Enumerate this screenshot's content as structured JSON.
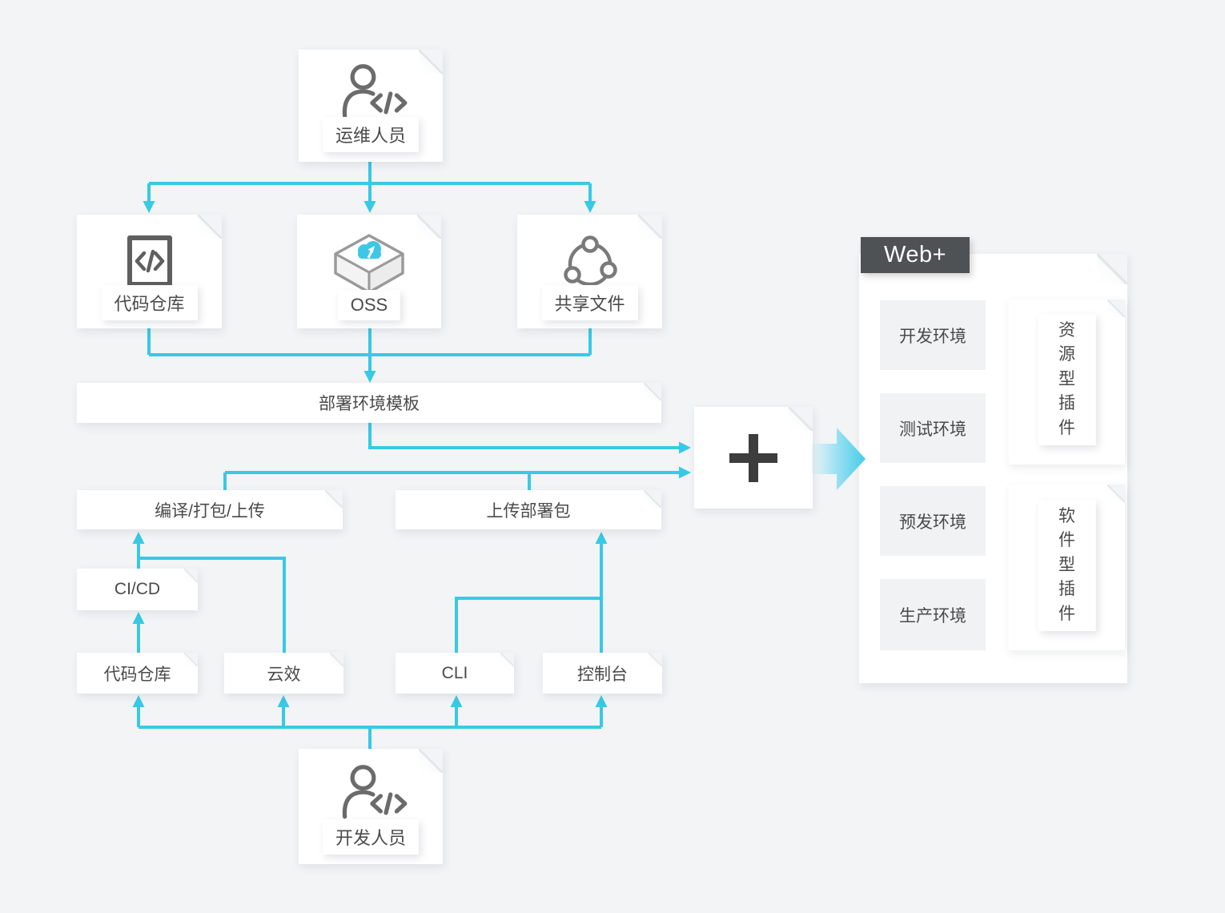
{
  "colors": {
    "accent": "#38c9e5",
    "background": "#f2f4f6",
    "badge_bg": "#4e5254",
    "card_bg": "#ffffff",
    "env_box_bg": "#f1f2f4",
    "text": "#4a4a4a",
    "icon_gray": "#6b6b6b",
    "oss_cloud": "#3cc8e4",
    "plus_glyph": "#3d3d3d"
  },
  "nodes": {
    "ops_user": {
      "label": "运维人员",
      "icon": "person-code-icon"
    },
    "code_repo_top": {
      "label": "代码仓库",
      "icon": "code-square-icon"
    },
    "oss": {
      "label": "OSS",
      "icon": "oss-box-icon"
    },
    "shared_files": {
      "label": "共享文件",
      "icon": "share-network-icon"
    },
    "deploy_env_template": {
      "label": "部署环境模板"
    },
    "compile_pack_upload": {
      "label": "编译/打包/上传"
    },
    "upload_deploy_package": {
      "label": "上传部署包"
    },
    "cicd": {
      "label": "CI/CD"
    },
    "code_repo_bottom": {
      "label": "代码仓库"
    },
    "yunxiao": {
      "label": "云效"
    },
    "cli": {
      "label": "CLI"
    },
    "console": {
      "label": "控制台"
    },
    "dev_user": {
      "label": "开发人员",
      "icon": "person-code-icon"
    },
    "plus": {
      "label": "+"
    }
  },
  "webplus": {
    "badge": "Web+",
    "environments": [
      "开发环境",
      "测试环境",
      "预发环境",
      "生产环境"
    ],
    "plugins": [
      {
        "label": "资源型\n插件",
        "icon": "clipboard-icon"
      },
      {
        "label": "软件型\n插件",
        "icon": "browser-code-icon"
      }
    ]
  }
}
